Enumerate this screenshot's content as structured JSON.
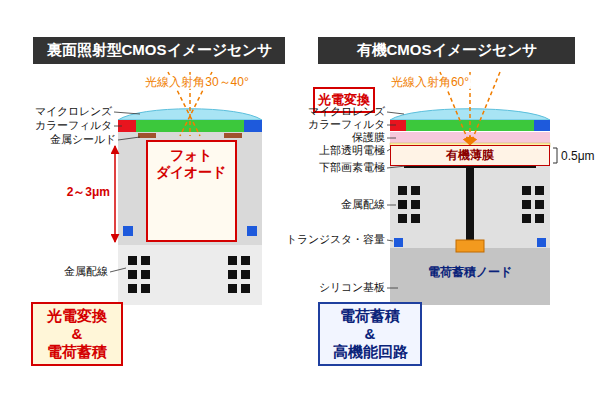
{
  "diagram": {
    "nodes": [
      {
        "text": [
          "裏面照射型CMOSイメージセンサ"
        ]
      },
      {
        "text": [
          "有機CMOSイメージセンサ"
        ]
      },
      {
        "text": [
          "フォト ダイオード"
        ]
      },
      {
        "text": [
          "光電変換 & 電荷蓄積"
        ]
      },
      {
        "text": [
          "光電変換"
        ]
      },
      {
        "text": [
          "有機薄膜"
        ]
      },
      {
        "text": [
          "電荷蓄積 & 高機能回路"
        ]
      }
    ],
    "labels": [
      "光線入射角30～40°",
      "マイクロレンズ",
      "カラーフィルタ",
      "金属シールド",
      "2～3μm",
      "金属配線",
      "光線入射角60°",
      "マイクロレンズ",
      "カラーフィルタ",
      "保護膜",
      "上部透明電極",
      "0.5μm",
      "下部画素電極",
      "金属配線",
      "トランジスタ・容量",
      "電荷蓄積ノード",
      "シリコン基板"
    ]
  }
}
